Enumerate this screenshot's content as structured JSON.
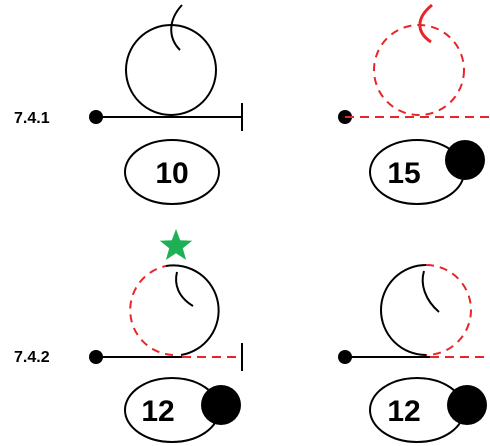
{
  "rows": [
    {
      "label": "7.4.1",
      "figures": [
        {
          "score": "10",
          "loop_style": "solid",
          "bar_style": "solid",
          "marker": "none"
        },
        {
          "score": "15",
          "loop_style": "dashed",
          "bar_style": "dashed",
          "marker": "filled-circle"
        }
      ]
    },
    {
      "label": "7.4.2",
      "figures": [
        {
          "score": "12",
          "loop_style": "mixed",
          "bar_style": "mixed",
          "marker": "filled-circle",
          "badge": "star"
        },
        {
          "score": "12",
          "loop_style": "mixed",
          "bar_style": "mixed",
          "marker": "filled-circle"
        }
      ]
    }
  ],
  "colors": {
    "solid": "#000000",
    "dashed": "#e8262a",
    "star": "#1eb055",
    "marker": "#000000"
  },
  "icons": {
    "star": "star-icon",
    "marker": "filled-circle-icon",
    "start_dot": "start-dot-icon"
  }
}
